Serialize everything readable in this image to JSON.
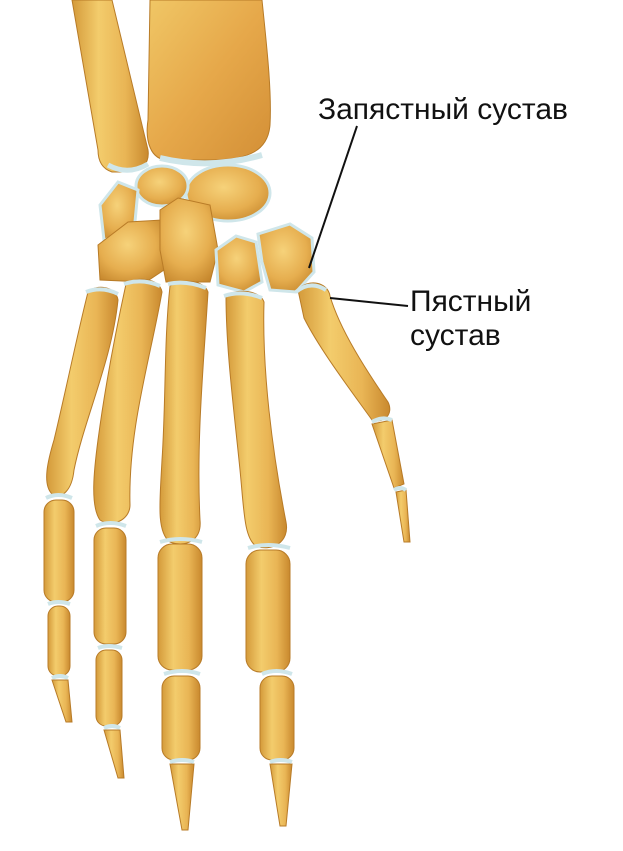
{
  "labels": {
    "wrist_joint": "Запястный сустав",
    "metacarpal_joint_line1": "Пястный",
    "metacarpal_joint_line2": "сустав"
  },
  "colors": {
    "background": "#ffffff",
    "bone_light": "#f1c96a",
    "bone_mid": "#e0a94a",
    "bone_dark": "#c98a2e",
    "cartilage": "#cfe6ea",
    "leader_line": "#111111",
    "label_text": "#111111"
  }
}
